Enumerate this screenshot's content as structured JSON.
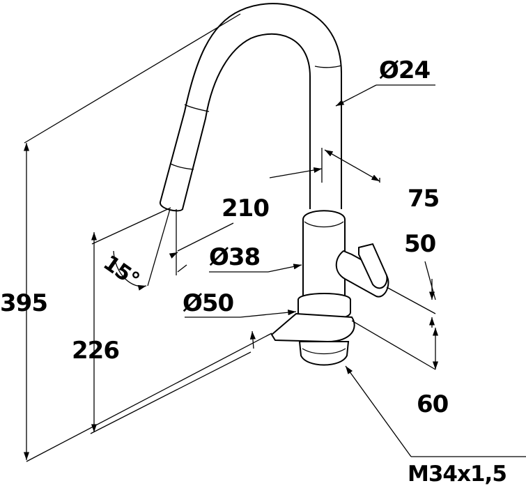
{
  "title": "Kitchen faucet dimension drawing",
  "dimensions": {
    "spout_diameter": "Ø24",
    "spout_reach_offset": "75",
    "spout_reach": "210",
    "handle_offset": "50",
    "body_diameter": "Ø38",
    "spray_angle": "15°",
    "base_diameter": "Ø50",
    "total_height": "395",
    "outlet_height": "226",
    "base_height": "60",
    "thread": "M34x1,5"
  }
}
